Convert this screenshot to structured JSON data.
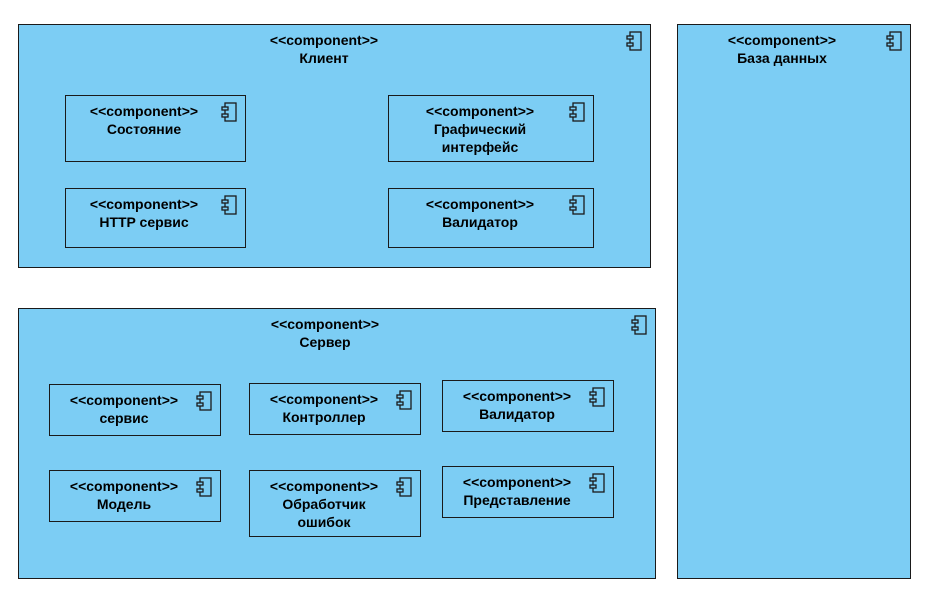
{
  "stereotype": "<<component>>",
  "containers": {
    "client": {
      "name": "Клиент"
    },
    "server": {
      "name": "Сервер"
    },
    "database": {
      "name": "База данных"
    }
  },
  "client_components": {
    "state": {
      "name_lines": [
        "Состояние"
      ]
    },
    "gui": {
      "name_lines": [
        "Графический",
        "интерфейс"
      ]
    },
    "http": {
      "name_lines": [
        "HTTP сервис"
      ]
    },
    "validator": {
      "name_lines": [
        "Валидатор"
      ]
    }
  },
  "server_components": {
    "service": {
      "name_lines": [
        "сервис"
      ]
    },
    "controller": {
      "name_lines": [
        "Контроллер"
      ]
    },
    "validator": {
      "name_lines": [
        "Валидатор"
      ]
    },
    "model": {
      "name_lines": [
        "Модель"
      ]
    },
    "error_handler": {
      "name_lines": [
        "Обработчик",
        "ошибок"
      ]
    },
    "view": {
      "name_lines": [
        "Представление"
      ]
    }
  },
  "colors": {
    "fill": "#7ccdf4",
    "stroke": "#1a1a1a",
    "text": "#000000"
  },
  "icon": "uml-component-icon"
}
